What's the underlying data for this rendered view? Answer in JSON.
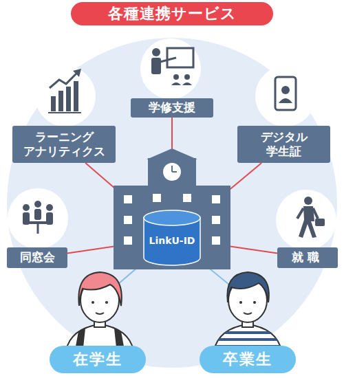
{
  "diagram": {
    "title": "各種連携サービス",
    "nodes": [
      {
        "text": [
          "学修支援"
        ]
      },
      {
        "text": [
          "ラーニング アナリティクス"
        ]
      },
      {
        "text": [
          "デジタル 学生証"
        ]
      },
      {
        "text": [
          "同窓会"
        ]
      },
      {
        "text": [
          "LinkU-ID"
        ]
      },
      {
        "text": [
          "就職"
        ]
      },
      {
        "text": [
          "在学生"
        ]
      },
      {
        "text": [
          "卒業生"
        ]
      }
    ],
    "edges": [
      {
        "from": 4,
        "to": 0,
        "arrow": "none"
      },
      {
        "from": 4,
        "to": 1,
        "arrow": "none"
      },
      {
        "from": 4,
        "to": 2,
        "arrow": "none"
      },
      {
        "from": 4,
        "to": 3,
        "arrow": "none"
      },
      {
        "from": 4,
        "to": 5,
        "arrow": "none"
      },
      {
        "from": 4,
        "to": 6,
        "arrow": "none"
      },
      {
        "from": 4,
        "to": 7,
        "arrow": "none"
      }
    ]
  }
}
